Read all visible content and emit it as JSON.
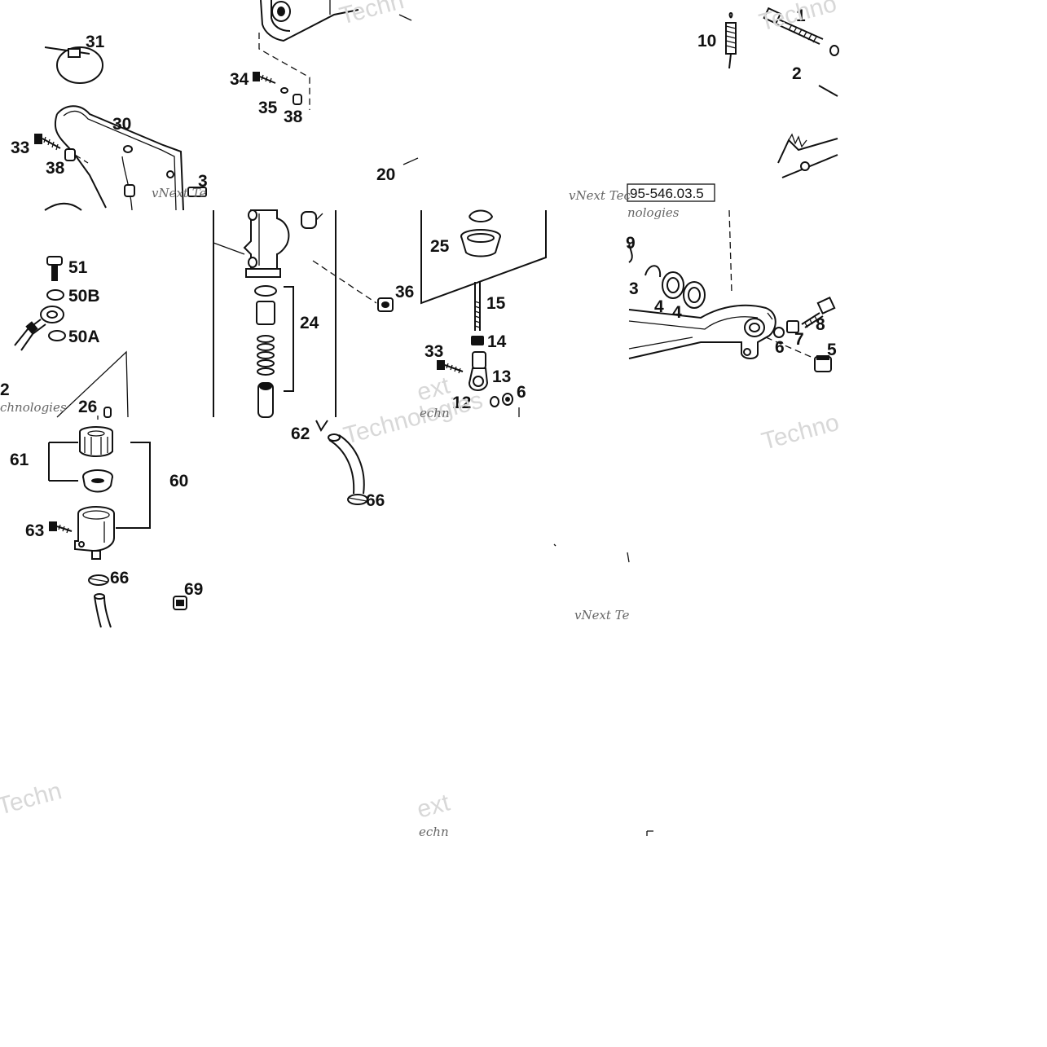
{
  "diagram": {
    "reference_code": "95-546.03.5",
    "watermarks": [
      "Techn",
      "Techno",
      "vNext Te",
      "vNext Tec",
      "Technologies",
      "nologies",
      "chnologies",
      "ext",
      "echn",
      "Techno",
      "Techn",
      "vNext Te",
      "ext",
      "echn"
    ],
    "part_numbers": [
      "31",
      "30",
      "33",
      "38",
      "34",
      "35",
      "38",
      "20",
      "10",
      "1",
      "2",
      "3",
      "51",
      "50B",
      "50A",
      "24",
      "25",
      "36",
      "15",
      "14",
      "33",
      "12",
      "13",
      "6",
      "9",
      "3",
      "4",
      "4",
      "8",
      "7",
      "6",
      "5",
      "26",
      "2",
      "61",
      "60",
      "63",
      "66",
      "69",
      "62",
      "66"
    ]
  }
}
